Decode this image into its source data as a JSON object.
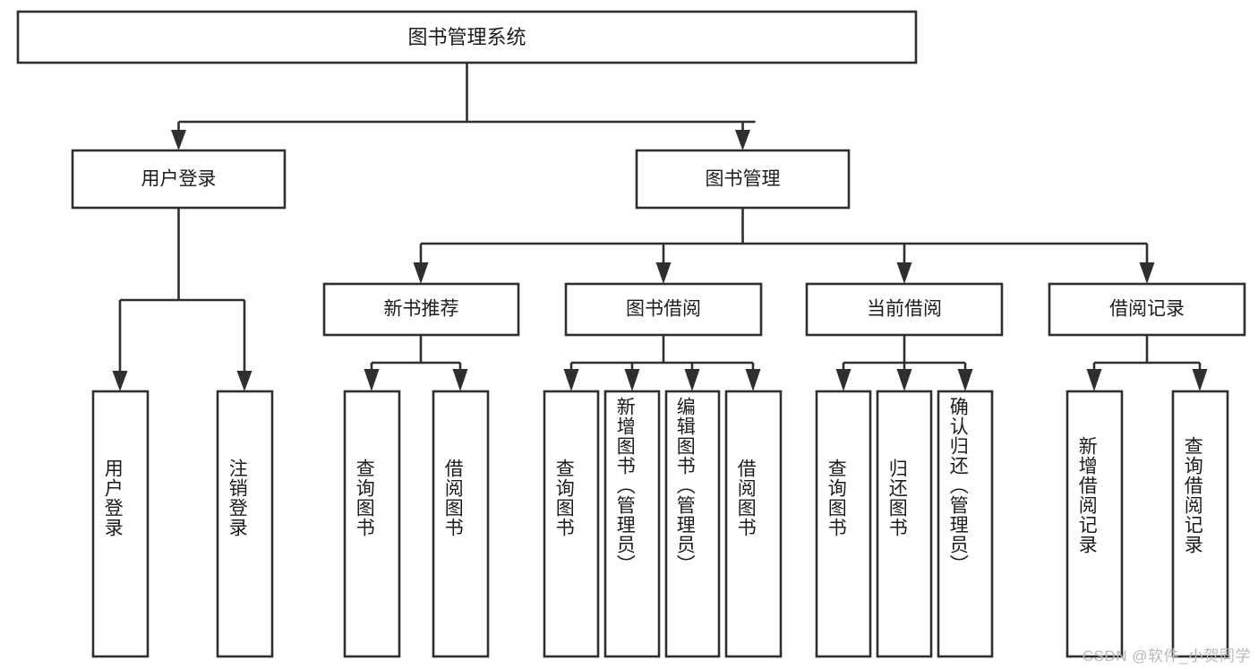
{
  "diagram": {
    "type": "tree",
    "title_node": {
      "id": "root",
      "label": "图书管理系统"
    },
    "level2": [
      {
        "id": "user-login",
        "label": "用户登录"
      },
      {
        "id": "book-manage",
        "label": "图书管理"
      }
    ],
    "level3": [
      {
        "id": "new-book-rec",
        "label": "新书推荐"
      },
      {
        "id": "book-borrow",
        "label": "图书借阅"
      },
      {
        "id": "current-borrow",
        "label": "当前借阅"
      },
      {
        "id": "borrow-record",
        "label": "借阅记录"
      }
    ],
    "leaves": {
      "user_login": [
        {
          "id": "leaf-user-login",
          "label": "用户登录"
        },
        {
          "id": "leaf-logout",
          "label": "注销登录"
        }
      ],
      "new_book_rec": [
        {
          "id": "leaf-query-book-1",
          "label": "查询图书"
        },
        {
          "id": "leaf-borrow-book-1",
          "label": "借阅图书"
        }
      ],
      "book_borrow": [
        {
          "id": "leaf-query-book-2",
          "label": "查询图书"
        },
        {
          "id": "leaf-add-book",
          "label": "新增图书（管理员）"
        },
        {
          "id": "leaf-edit-book",
          "label": "编辑图书（管理员）"
        },
        {
          "id": "leaf-borrow-book-2",
          "label": "借阅图书"
        }
      ],
      "current_borrow": [
        {
          "id": "leaf-query-book-3",
          "label": "查询图书"
        },
        {
          "id": "leaf-return-book",
          "label": "归还图书"
        },
        {
          "id": "leaf-confirm-return",
          "label": "确认归还（管理员）"
        }
      ],
      "borrow_record": [
        {
          "id": "leaf-add-record",
          "label": "新增借阅记录"
        },
        {
          "id": "leaf-query-record",
          "label": "查询借阅记录"
        }
      ]
    },
    "colors": {
      "box_fill": "#ffffff",
      "box_stroke": "#2f2f2f",
      "connector": "#2f2f2f",
      "text": "#1c1c1c",
      "watermark": "#b9b9b9",
      "background": "#ffffff"
    }
  },
  "watermark": {
    "text": "CSDN @软件_小贺同学"
  }
}
